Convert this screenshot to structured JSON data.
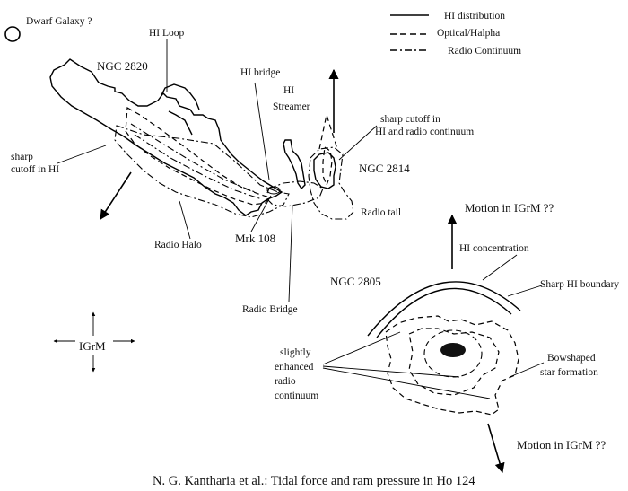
{
  "legend": {
    "items": [
      {
        "label": "HI distribution",
        "style": "solid"
      },
      {
        "label": "Optical/Halpha",
        "style": "dashed"
      },
      {
        "label": "Radio Continuum",
        "style": "dash-dot"
      }
    ]
  },
  "labels": {
    "dwarf_galaxy": "Dwarf Galaxy ?",
    "ngc2820": "NGC 2820",
    "hi_loop": "HI Loop",
    "hi_bridge": "HI bridge",
    "hi_streamer_1": "HI",
    "hi_streamer_2": "Streamer",
    "sharp_cutoff_hi_radio_1": "sharp cutoff in",
    "sharp_cutoff_hi_radio_2": "HI and radio continuum",
    "ngc2814": "NGC  2814",
    "sharp_cutoff_hi_1": "sharp",
    "sharp_cutoff_hi_2": "cutoff in HI",
    "radio_tail": "Radio tail",
    "radio_halo": "Radio Halo",
    "mrk108": "Mrk 108",
    "radio_bridge": "Radio  Bridge",
    "motion_top": "Motion in IGrM ??",
    "hi_concentration": "HI concentration",
    "ngc2805": "NGC 2805",
    "sharp_hi_boundary": "Sharp HI boundary",
    "igrm": "IGrM",
    "slightly_1": "slightly",
    "slightly_2": "enhanced",
    "slightly_3": "radio",
    "slightly_4": "continuum",
    "bowshaped_1": "Bowshaped",
    "bowshaped_2": "star formation",
    "motion_bottom": "Motion in IGrM ??"
  },
  "caption": "N. G. Kantharia et al.: Tidal force and ram pressure in Ho 124"
}
